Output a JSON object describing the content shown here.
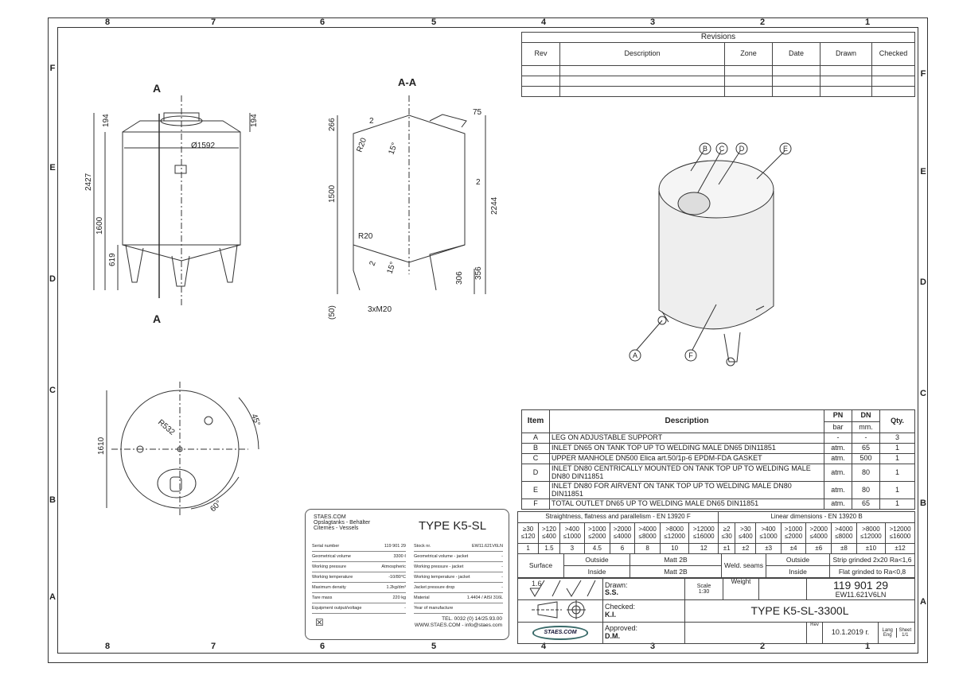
{
  "zones": {
    "columns": [
      "8",
      "7",
      "6",
      "5",
      "4",
      "3",
      "2",
      "1"
    ],
    "rows": [
      "F",
      "E",
      "D",
      "C",
      "B",
      "A"
    ]
  },
  "revisions": {
    "title": "Revisions",
    "headers": [
      "Rev",
      "Description",
      "Zone",
      "Date",
      "Drawn",
      "Checked"
    ]
  },
  "front_view": {
    "section_mark": "A",
    "dims": [
      "194",
      "194",
      "Ø1592",
      "2427",
      "1600",
      "619"
    ]
  },
  "section_view": {
    "title": "A-A",
    "dims": [
      "266",
      "75",
      "2",
      "15°",
      "R20",
      "1500",
      "2",
      "2244",
      "R20",
      "2",
      "15°",
      "306",
      "356",
      "(50)",
      "3xM20"
    ]
  },
  "top_view": {
    "dims": [
      "1610",
      "R532",
      "45°",
      "60°"
    ]
  },
  "iso_view": {
    "callouts": [
      "B",
      "C",
      "D",
      "E",
      "A",
      "F"
    ]
  },
  "items": {
    "headers": {
      "item": "Item",
      "description": "Description",
      "pn": "PN",
      "pn_unit": "bar",
      "dn": "DN",
      "dn_unit": "mm.",
      "qty": "Qty."
    },
    "rows": [
      {
        "item": "A",
        "description": "LEG ON ADJUSTABLE SUPPORT",
        "pn": "-",
        "dn": "-",
        "qty": "3"
      },
      {
        "item": "B",
        "description": "INLET DN65 ON TANK TOP UP TO WELDING MALE DN65 DIN11851",
        "pn": "atm.",
        "dn": "65",
        "qty": "1"
      },
      {
        "item": "C",
        "description": "UPPER MANHOLE DN500 Elica art.50/1p-6  EPDM-FDA GASKET",
        "pn": "atm.",
        "dn": "500",
        "qty": "1"
      },
      {
        "item": "D",
        "description": "INLET DN80 CENTRICALLY MOUNTED ON TANK TOP UP TO WELDING MALE DN80 DIN11851",
        "pn": "atm.",
        "dn": "80",
        "qty": "1"
      },
      {
        "item": "E",
        "description": "INLET DN80 FOR AIRVENT ON TANK TOP UP TO WELDING MALE DN80 DIN11851",
        "pn": "atm.",
        "dn": "80",
        "qty": "1"
      },
      {
        "item": "F",
        "description": "TOTAL OUTLET DN65 UP TO WELDING MALE DN65 DIN11851",
        "pn": "atm.",
        "dn": "65",
        "qty": "1"
      }
    ]
  },
  "tolerances": {
    "straightness_title": "Straightness, flatness and parallelism - EN 13920 F",
    "linear_title": "Linear dimensions - EN 13920 B",
    "straightness_ranges": [
      [
        "≥30",
        "≤120"
      ],
      [
        ">120",
        "≤400"
      ],
      [
        ">400",
        "≤1000"
      ],
      [
        ">1000",
        "≤2000"
      ],
      [
        ">2000",
        "≤4000"
      ],
      [
        ">4000",
        "≤8000"
      ],
      [
        ">8000",
        "≤12000"
      ],
      [
        ">12000",
        "≤16000"
      ]
    ],
    "straightness_values": [
      "1",
      "1.5",
      "3",
      "4.5",
      "6",
      "8",
      "10",
      "12"
    ],
    "linear_ranges": [
      [
        "≥2",
        "≤30"
      ],
      [
        ">30",
        "≤400"
      ],
      [
        ">400",
        "≤1000"
      ],
      [
        ">1000",
        "≤2000"
      ],
      [
        ">2000",
        "≤4000"
      ],
      [
        ">4000",
        "≤8000"
      ],
      [
        ">8000",
        "≤12000"
      ],
      [
        ">12000",
        "≤16000"
      ]
    ],
    "linear_values": [
      "±1",
      "±2",
      "±3",
      "±4",
      "±6",
      "±8",
      "±10",
      "±12"
    ],
    "surface": "Surface",
    "outside": "Outside",
    "inside": "Inside",
    "surface_outside": "Matt 2B",
    "surface_inside": "Matt 2B",
    "weld": "Weld. seams",
    "weld_outside": "Strip grinded 2x20 Ra<1,6",
    "weld_inside": "Flat grinded to Ra<0,8"
  },
  "title_block": {
    "roughness": "1.6",
    "drawn_label": "Drawn:",
    "drawn": "S.S.",
    "checked_label": "Checked:",
    "checked": "K.I.",
    "approved_label": "Approved:",
    "approved": "D.M.",
    "scale_label": "Scale",
    "scale": "1:30",
    "weight_label": "Weight",
    "number": "119 901 29",
    "stock": "EW11.621V6LN",
    "title": "TYPE K5-SL-3300L",
    "rev_label": "Rev",
    "date": "10.1.2019 г.",
    "lang_label": "Lang",
    "lang": "Eng",
    "sheet_label": "Sheet",
    "sheet": "1/1",
    "logo": "STAES.COM"
  },
  "nameplate": {
    "company": "STAES.COM",
    "sub1": "Opslagtanks - Behälter",
    "sub2": "Citernes - Vessels",
    "type": "TYPE K5-SL",
    "left": [
      [
        "Serial number",
        "119 901 29"
      ],
      [
        "Geometrical volume",
        "3300 ℓ"
      ],
      [
        "Working pressure",
        "Atmospheric"
      ],
      [
        "Working temperature",
        "-10/80°C"
      ],
      [
        "Maximum density",
        "1.2kg/dm³"
      ],
      [
        "Tare mass",
        "220  kg"
      ],
      [
        "Equipment output/voltage",
        "-"
      ]
    ],
    "right": [
      [
        "Stock nr.",
        "EW11.621V6LN"
      ],
      [
        "Geometrical volume - jacket",
        "-"
      ],
      [
        "Working pressure - jacket",
        "-"
      ],
      [
        "Working temperature - jacket",
        "-"
      ],
      [
        "Jacket pressure drop",
        "-"
      ],
      [
        "Material",
        "1.4404 / AISI 316L"
      ],
      [
        "Year of manufacture",
        ""
      ]
    ],
    "tel": "TEL. 0032 (0) 14/25.93.00",
    "web": "WWW.STAES.COM - info@staes.com"
  }
}
